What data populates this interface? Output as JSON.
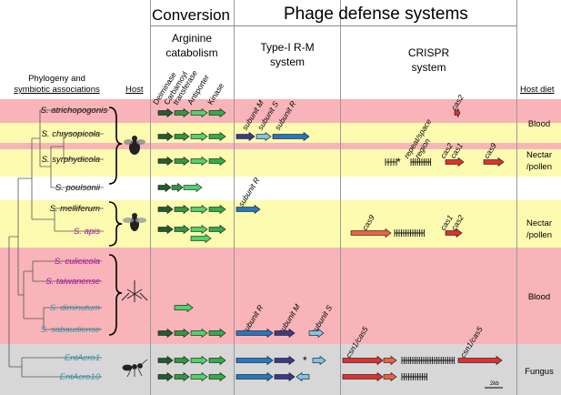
{
  "headers": {
    "conversion": "Conversion",
    "phage_defense": "Phage defense systems",
    "arginine": [
      "Arginine",
      "catabolism"
    ],
    "typeI": [
      "Type-I R-M",
      "system"
    ],
    "crispr": [
      "CRISPR",
      "system"
    ],
    "phylogeny": [
      "Phylogeny and",
      "symbiotic associations"
    ],
    "host": "Host",
    "host_diet": "Host diet"
  },
  "arginine_genes": [
    "Deiminase",
    "Carbamoyl",
    "transferase",
    "Antiporter",
    "Kinase"
  ],
  "species": [
    {
      "name": "S. atrichopogonis",
      "color": "#000000"
    },
    {
      "name": "S. chrysopicola",
      "color": "#000000"
    },
    {
      "name": "S. syrphydicola",
      "color": "#000000"
    },
    {
      "name": "S. poulsonii",
      "color": "#000000"
    },
    {
      "name": "S. melliferum",
      "color": "#000000"
    },
    {
      "name": "S. apis",
      "color": "#b000b0"
    },
    {
      "name": "S. culicicola",
      "color": "#b000b0"
    },
    {
      "name": "S. taiwanense",
      "color": "#b000b0"
    },
    {
      "name": "S. diminutum",
      "color": "#2aa0b8"
    },
    {
      "name": "S. sabaudiense",
      "color": "#2aa0b8"
    },
    {
      "name": "EntAcro1",
      "color": "#2aa0b8"
    },
    {
      "name": "EntAcro10",
      "color": "#2aa0b8"
    }
  ],
  "diets": [
    {
      "label": "Blood"
    },
    {
      "label": "Nectar\n/pollen"
    },
    {
      "label": "Nectar\n/pollen"
    },
    {
      "label": "Blood"
    },
    {
      "label": "Fungus"
    }
  ],
  "gene_labels": {
    "chry_M": "subunit M",
    "chry_S": "subunit S",
    "chry_R": "subunit R",
    "mell_R": "subunit R",
    "sab_R": "subunit R",
    "sab_M": "subunit M",
    "sab_S": "subunit S",
    "atri_cas2": "cas2",
    "syr_repeat": "repeat/space",
    "syr_region": "region",
    "syr_cas2": "cas2",
    "syr_cas1": "cas1",
    "syr_cas9": "cas9",
    "apis_cas9": "cas9",
    "apis_cas1": "cas1",
    "apis_cas2": "cas2",
    "sab_csn1_a": "csn1/cas5",
    "sab_csn1_b": "csn1/cas5"
  },
  "marks": {
    "star": "*"
  },
  "scale_bar": "2kb",
  "colors": {
    "pink": "#f8b4b8",
    "yellow": "#fdfbb0",
    "grey": "#d7d7d7",
    "deiminase": "#1f5e2e",
    "carbamoyl": "#2f9a42",
    "antiporter": "#4fd46a",
    "kinase": "#2fae4a",
    "rm_dark": "#3a3a8c",
    "rm_light": "#7ec4e8",
    "rm_blue": "#2478c8",
    "cas_red": "#e03030",
    "cas_orange": "#f06040"
  }
}
